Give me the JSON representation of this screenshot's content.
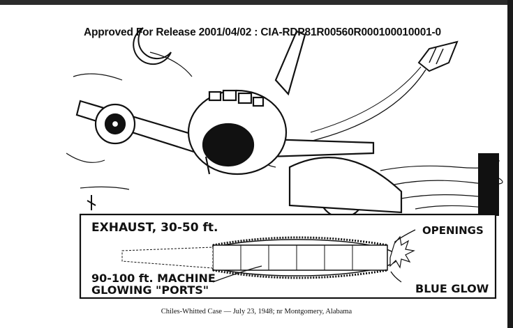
{
  "header": {
    "release_stamp": "Approved For Release 2001/04/02 : CIA-RDP81R00560R000100010001-0"
  },
  "diagram": {
    "labels": {
      "exhaust": "EXHAUST, 30-50 ft.",
      "openings": "OPENINGS",
      "machine_line1": "90-100 ft. MACHINE",
      "machine_line2": "GLOWING \"PORTS\"",
      "blue_glow": "BLUE GLOW"
    }
  },
  "footer": {
    "caption": "Chiles-Whitted Case — July 23, 1948; nr Montgomery, Alabama"
  },
  "colors": {
    "ink": "#111111",
    "paper": "#ffffff"
  }
}
